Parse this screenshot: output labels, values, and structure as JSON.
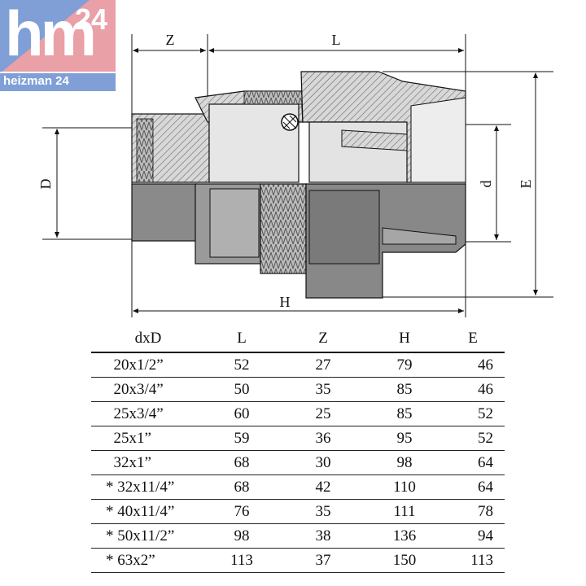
{
  "logo": {
    "main": "hm",
    "number": "24",
    "subtitle": "heizman 24",
    "colors": {
      "blue": "#7f9fd6",
      "pink": "#e9a0a6"
    }
  },
  "dimensions": {
    "z": "Z",
    "l": "L",
    "d_outer": "D",
    "d_inner": "d",
    "e": "E",
    "h": "H"
  },
  "table": {
    "headers": [
      "dxD",
      "L",
      "Z",
      "H",
      "E"
    ],
    "rows": [
      [
        "  20x1/2”",
        "52",
        "27",
        "79",
        "46"
      ],
      [
        "  20x3/4”",
        "50",
        "35",
        "85",
        "46"
      ],
      [
        "  25x3/4”",
        "60",
        "25",
        "85",
        "52"
      ],
      [
        "  25x1”",
        "59",
        "36",
        "95",
        "52"
      ],
      [
        "  32x1”",
        "68",
        "30",
        "98",
        "64"
      ],
      [
        "* 32x11/4”",
        "68",
        "42",
        "110",
        "64"
      ],
      [
        "* 40x11/4”",
        "76",
        "35",
        "111",
        "78"
      ],
      [
        "* 50x11/2”",
        "98",
        "38",
        "136",
        "94"
      ],
      [
        "* 63x2”",
        "113",
        "37",
        "150",
        "113"
      ]
    ]
  }
}
